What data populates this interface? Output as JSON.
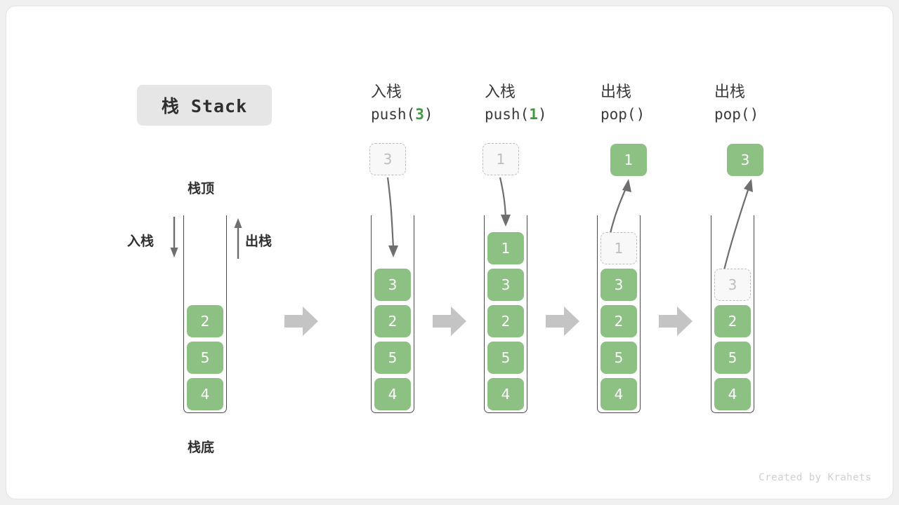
{
  "title": {
    "text": "栈 Stack"
  },
  "labels": {
    "top": "栈顶",
    "bottom": "栈底",
    "push": "入栈",
    "pop": "出栈"
  },
  "initial_stack": {
    "values": [
      "2",
      "5",
      "4"
    ],
    "top_label": "栈顶",
    "bottom_label": "栈底",
    "push_arrow_label": "入栈",
    "pop_arrow_label": "出栈"
  },
  "steps": [
    {
      "op": "push",
      "title_cjk": "入栈",
      "call_prefix": "push(",
      "call_arg": "3",
      "call_suffix": ")",
      "ghost_outside": "3",
      "ghost_inside": null,
      "result_box": null,
      "stack": [
        "3",
        "2",
        "5",
        "4"
      ]
    },
    {
      "op": "push",
      "title_cjk": "入栈",
      "call_prefix": "push(",
      "call_arg": "1",
      "call_suffix": ")",
      "ghost_outside": "1",
      "ghost_inside": null,
      "result_box": null,
      "stack": [
        "1",
        "3",
        "2",
        "5",
        "4"
      ]
    },
    {
      "op": "pop",
      "title_cjk": "出栈",
      "call_prefix": "pop(",
      "call_arg": "",
      "call_suffix": ")",
      "ghost_outside": null,
      "ghost_inside": "1",
      "result_box": "1",
      "stack": [
        "3",
        "2",
        "5",
        "4"
      ]
    },
    {
      "op": "pop",
      "title_cjk": "出栈",
      "call_prefix": "pop(",
      "call_arg": "",
      "call_suffix": ")",
      "ghost_outside": null,
      "ghost_inside": "3",
      "result_box": "3",
      "stack": [
        "2",
        "5",
        "4"
      ]
    }
  ],
  "colors": {
    "green": "#8cc183",
    "green_text": "#3f9a3f",
    "ghost_border": "#bdbdbd",
    "arrow_gray": "#c4c4c4",
    "curve_gray": "#6e6e6e",
    "badge_bg": "#e6e6e6"
  },
  "credit": "Created by Krahets"
}
